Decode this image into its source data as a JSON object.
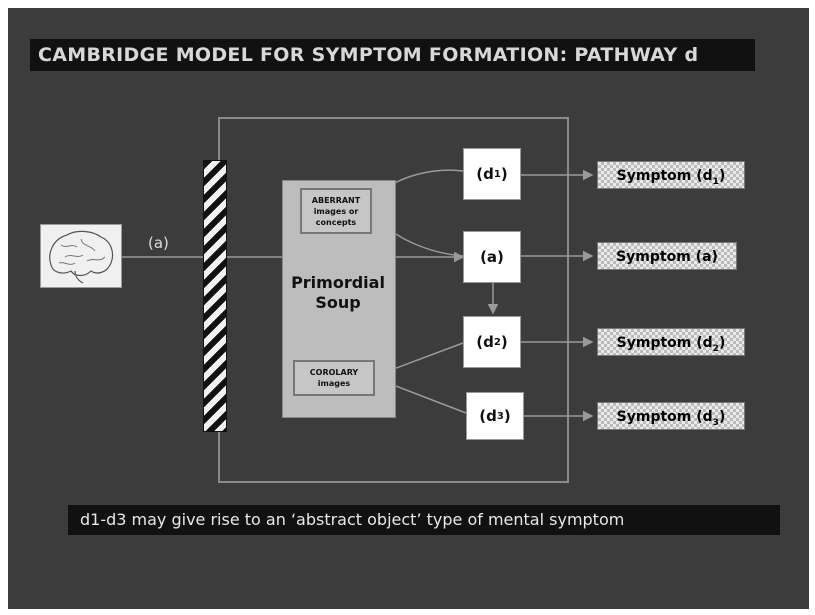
{
  "title": "CAMBRIDGE MODEL FOR SYMPTOM FORMATION: PATHWAY d",
  "input_label": "(a)",
  "soup": {
    "aberrant_label": "ABERRANT images or concepts",
    "label": "Primordial Soup",
    "corolary_label": "COROLARY images"
  },
  "nodes": {
    "d1": {
      "base": "(d",
      "sub": "1",
      "close": ")"
    },
    "a": "(a)",
    "d2": {
      "base": "(d",
      "sub": "2",
      "close": ")"
    },
    "d3": {
      "base": "(d",
      "sub": "3",
      "close": ")"
    }
  },
  "symptoms": {
    "d1": {
      "base": "Symptom (d",
      "sub": "1",
      "close": ")"
    },
    "a": "Symptom (a)",
    "d2": {
      "base": "Symptom (d",
      "sub": "2",
      "close": ")"
    },
    "d3": {
      "base": "Symptom (d",
      "sub": "3",
      "close": ")"
    }
  },
  "note": "d1-d3 may give rise to an ‘abstract object’ type of mental symptom"
}
